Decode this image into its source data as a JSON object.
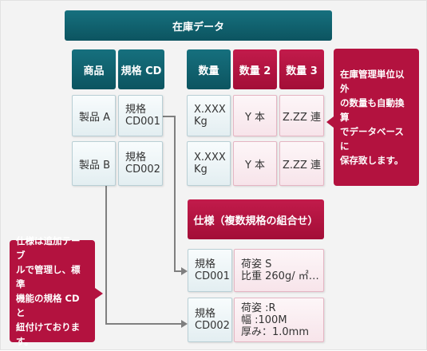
{
  "title": "在庫データ",
  "headers": {
    "product": "商品",
    "spec_cd": "規格 CD",
    "qty": "数量",
    "qty2": "数量 2",
    "qty3": "数量 3"
  },
  "rows": [
    {
      "product": "製品 A",
      "spec_line1": "規格",
      "spec_line2": "CD001",
      "qty_line1": "X.XXX",
      "qty_line2": "Kg",
      "qty2": "Y 本",
      "qty3": "Z.ZZ 連"
    },
    {
      "product": "製品 B",
      "spec_line1": "規格",
      "spec_line2": "CD002",
      "qty_line1": "X.XXX",
      "qty_line2": "Kg",
      "qty2": "Y 本",
      "qty3": "Z.ZZ 連"
    }
  ],
  "callout_right": [
    "在庫管理単位以外",
    "の数量も自動換算",
    "でデータベースに",
    "保存致します。"
  ],
  "spec_title": "仕様（複数規格の組合せ）",
  "spec_rows": [
    {
      "code_line1": "規格",
      "code_line2": "CD001",
      "detail": [
        "荷姿 S",
        "比重 260g/ ㎡…"
      ]
    },
    {
      "code_line1": "規格",
      "code_line2": "CD002",
      "detail": [
        "荷姿 :R",
        "幅 :100M",
        "厚み：1.0mm"
      ]
    }
  ],
  "callout_left": [
    "仕様は追加テーブ",
    "ルで管理し、標準",
    "機能の規格 CD と",
    "紐付けております。"
  ],
  "colors": {
    "teal": "#0f5f6c",
    "crimson": "#b3123f"
  }
}
